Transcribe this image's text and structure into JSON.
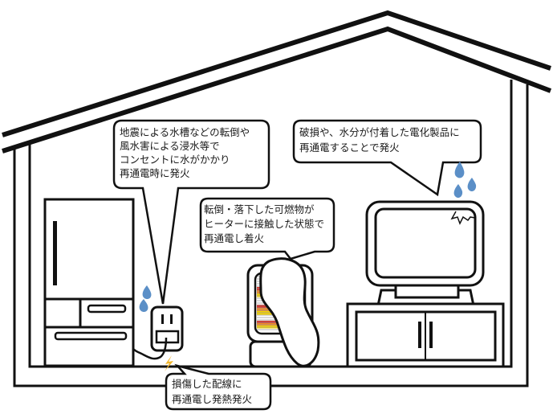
{
  "diagram": {
    "subject": "House interior showing post-disaster electrical fire causes (通電火災)",
    "callouts": [
      {
        "id": "outlet-water",
        "lines": [
          "地震による水槽などの転倒や",
          "風水害による浸水等で",
          "コンセントに水がかかり",
          "再通電時に発火"
        ]
      },
      {
        "id": "damaged-appliance",
        "lines": [
          "破損や、水分が付着した電化製品に",
          "再通電することで発火"
        ]
      },
      {
        "id": "heater-contact",
        "lines": [
          "転倒・落下した可燃物が",
          "ヒーターに接触した状態で",
          "再通電し着火"
        ]
      },
      {
        "id": "damaged-wiring",
        "lines": [
          "損傷した配線に",
          "再通電し発熱発火"
        ]
      }
    ],
    "objects": [
      {
        "name": "refrigerator"
      },
      {
        "name": "wall-outlet",
        "state": "wet"
      },
      {
        "name": "electric-heater",
        "state": "covered by fallen cloth"
      },
      {
        "name": "television",
        "state": "cracked screen, wet"
      },
      {
        "name": "tv-cabinet"
      },
      {
        "name": "damaged-cord",
        "state": "sparking"
      }
    ],
    "colors": {
      "line": "#111111",
      "water": "#5b8fc7",
      "spark": "#f0b429",
      "heater_red": "#d8312a",
      "heater_orange": "#f08a24",
      "heater_yellow": "#f5d400",
      "heater_grill": "#9a9a9a"
    }
  }
}
